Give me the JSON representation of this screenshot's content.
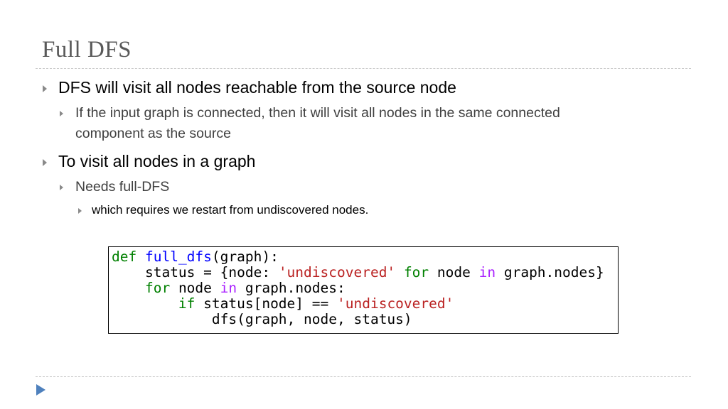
{
  "slide": {
    "title": "Full DFS",
    "bullets": [
      {
        "text": "DFS will visit all nodes reachable from the source node",
        "sub": [
          {
            "line1": "If the input graph is connected, then it will visit all nodes in the same connected",
            "line2": "component as the source"
          }
        ]
      },
      {
        "text": "To visit all nodes in a graph",
        "sub": [
          {
            "text": "Needs full-DFS",
            "sub": [
              {
                "text": "which requires we restart from undiscovered nodes."
              }
            ]
          }
        ]
      }
    ],
    "code": {
      "line1": {
        "kw": "def",
        "fn": "full_dfs",
        "rest": "(graph):"
      },
      "line2": {
        "a": "status = {node: ",
        "str": "'undiscovered'",
        "kw_for": "for",
        "b": " node ",
        "op_in": "in",
        "c": " graph.nodes}"
      },
      "line3": {
        "kw_for": "for",
        "a": " node ",
        "op_in": "in",
        "b": " graph.nodes:"
      },
      "line4": {
        "kw_if": "if",
        "a": " status[node] == ",
        "str": "'undiscovered'"
      },
      "line5": {
        "a": "dfs(graph, node, status)"
      }
    }
  },
  "colors": {
    "keyword": "#008000",
    "function": "#0000ff",
    "operator": "#aa22ff",
    "string": "#ba2121",
    "title": "#595959",
    "nav_arrow": "#4f81bd"
  },
  "icons": {
    "bullet": "triangle-bullet-icon",
    "nav": "next-slide-arrow-icon"
  }
}
